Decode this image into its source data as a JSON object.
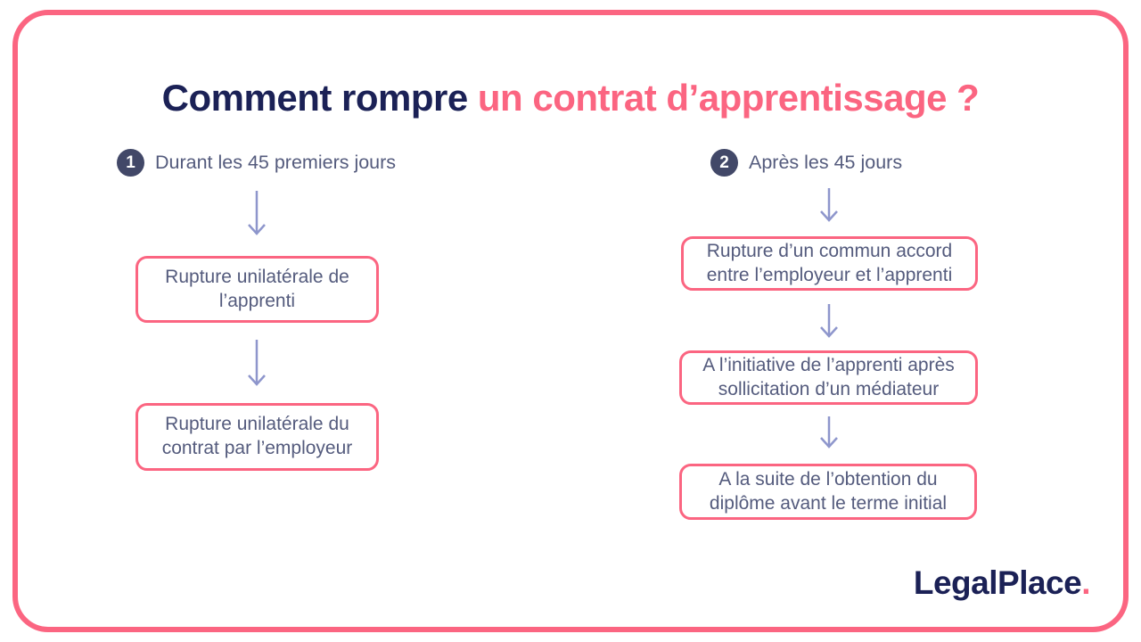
{
  "page": {
    "title_dark": "Comment rompre",
    "title_pink": "un contrat d’apprentissage ?"
  },
  "colors": {
    "accent_pink": "#fb6581",
    "title_navy": "#1b2156",
    "body_slate": "#545b7d",
    "badge_navy": "#424868",
    "arrow_periwinkle": "#8e96cc"
  },
  "columns": [
    {
      "number": "1",
      "heading": "Durant les 45 premiers jours",
      "steps": [
        "Rupture unilatérale de l’apprenti",
        "Rupture unilatérale du contrat par l’employeur"
      ]
    },
    {
      "number": "2",
      "heading": "Après les 45 jours",
      "steps": [
        "Rupture d’un commun accord entre l’employeur et l’apprenti",
        "A l’initiative de l’apprenti après sollicitation d’un médiateur",
        "A la suite de l’obtention du diplôme avant le terme initial"
      ]
    }
  ],
  "footer": {
    "logo_text": "LegalPlace",
    "logo_dot": "."
  }
}
